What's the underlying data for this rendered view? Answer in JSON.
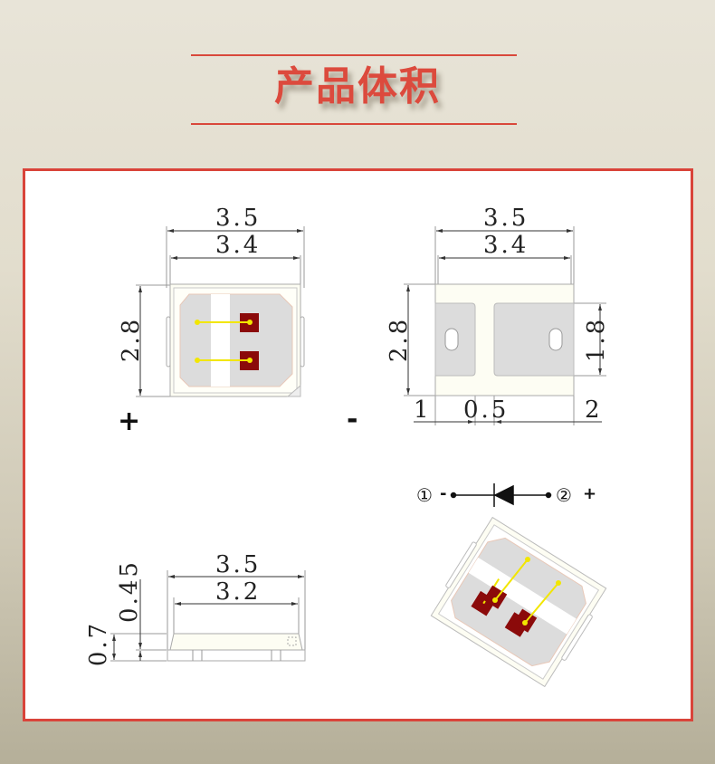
{
  "header": {
    "title": "产品体积",
    "accent_color": "#d9483b"
  },
  "frame": {
    "border_color": "#d9443a"
  },
  "top_view": {
    "width_outer": "3.5",
    "width_inner": "3.4",
    "height": "2.8",
    "polarity_label": "+"
  },
  "bottom_view": {
    "width_outer": "3.5",
    "width_inner": "3.4",
    "height": "2.8",
    "pad_height": "1.8",
    "left_pad_width": "1",
    "gap": "0.5",
    "right_pad_width": "2",
    "polarity_label": "-"
  },
  "side_view": {
    "width_outer": "3.5",
    "width_inner": "3.2",
    "lens_height": "0.45",
    "total_height": "0.7"
  },
  "diode_symbol": {
    "pin1_label": "①",
    "pin1_polarity": "-",
    "pin2_label": "②",
    "pin2_polarity": "+"
  },
  "colors": {
    "chip": "#8b0a0a",
    "bond_wire": "#f2e600",
    "pad_gray": "#dcdcdc",
    "body_fill": "#fdfdf3"
  }
}
